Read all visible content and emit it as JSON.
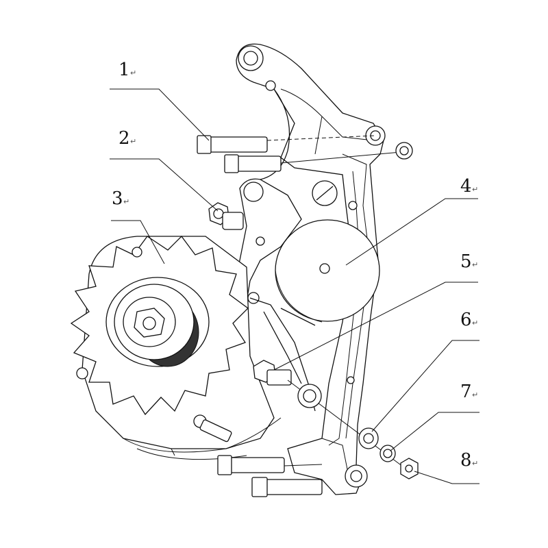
{
  "callouts": [
    {
      "number": "1",
      "mark": "↵"
    },
    {
      "number": "2",
      "mark": "↵"
    },
    {
      "number": "3",
      "mark": "↵"
    },
    {
      "number": "4",
      "mark": "↵"
    },
    {
      "number": "5",
      "mark": "↵"
    },
    {
      "number": "6",
      "mark": "↵"
    },
    {
      "number": "7",
      "mark": "↵"
    },
    {
      "number": "8",
      "mark": "↵"
    }
  ],
  "colors": {
    "line": "#111111",
    "background": "#ffffff",
    "dark_fill": "#222222"
  }
}
